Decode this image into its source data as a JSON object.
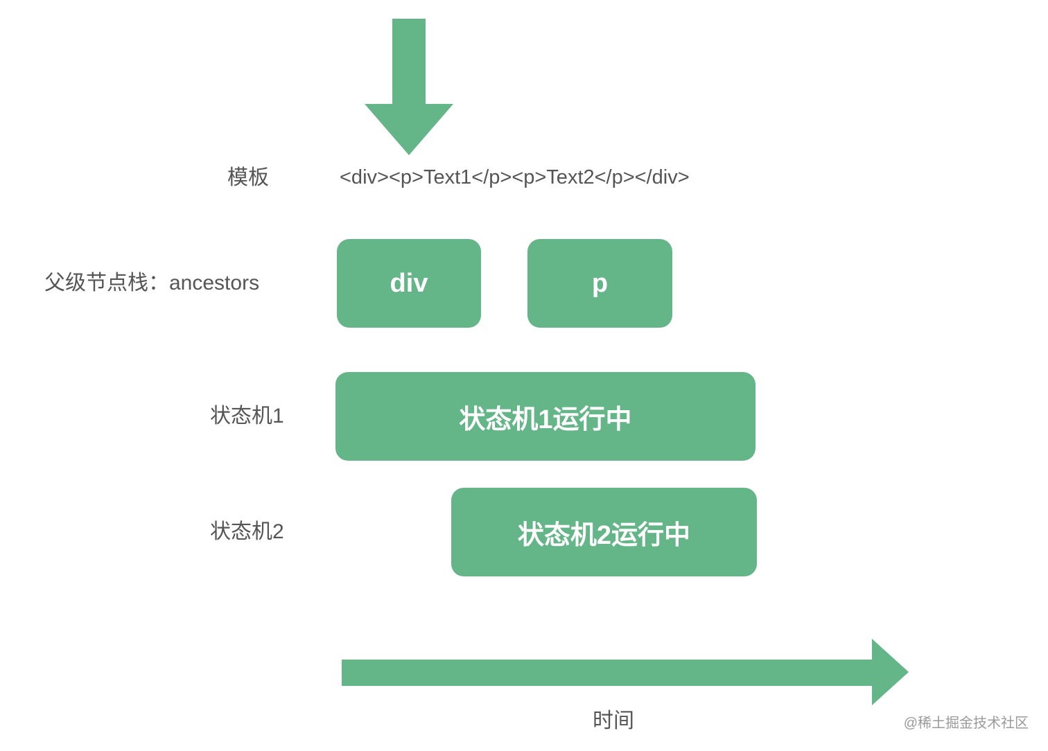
{
  "colors": {
    "accent": "#64b688",
    "label_text": "#555555",
    "box_text": "#ffffff"
  },
  "template_row": {
    "label": "模板",
    "code": "<div><p>Text1</p><p>Text2</p></div>"
  },
  "ancestors_row": {
    "label": "父级节点栈：ancestors",
    "items": [
      "div",
      "p"
    ]
  },
  "state_machine_1": {
    "label": "状态机1",
    "status": "状态机1运行中"
  },
  "state_machine_2": {
    "label": "状态机2",
    "status": "状态机2运行中"
  },
  "time_axis": {
    "label": "时间"
  },
  "watermark": "@稀土掘金技术社区"
}
